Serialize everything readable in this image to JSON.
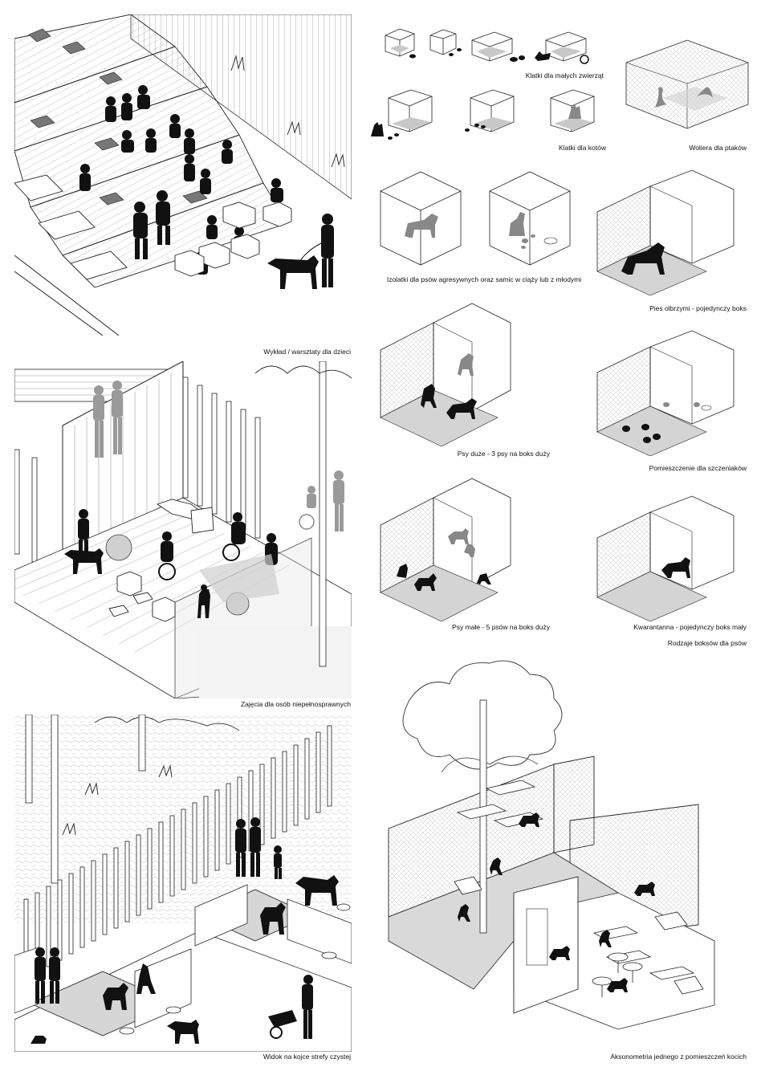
{
  "captions": {
    "lecture": "Wykład / warsztaty dla dzieci",
    "disabled": "Zajęcia dla osób niepełnosprawnych",
    "clean_zone": "Widok na kojce strefy czystej",
    "small_animals": "Klatki dla małych zwierząt",
    "cats_cages": "Klatki dla kotów",
    "aviary": "Woliera dla ptaków",
    "isolation": "Izolatki dla psów agresywnych oraz samic w ciąży lub z młodymi",
    "giant_dog": "Pies olbrzymi - pojedynczy boks",
    "large_dogs": "Psy duże - 3 psy na boks duży",
    "puppies": "Pomieszczenie dla szczeniaków",
    "small_dogs": "Psy małe - 5 psów na boks duży",
    "quarantine": "Kwarantanna - pojedynczy boks mały",
    "box_types": "Rodzaje boksów dla psów",
    "cat_room": "Aksonometria jednego z pomieszczeń kocich"
  },
  "colors": {
    "line": "#222222",
    "silhouette": "#111111",
    "grey_fill": "#d4d4d4",
    "ghost": "#9a9a9a",
    "floor": "#e6e6e6"
  }
}
